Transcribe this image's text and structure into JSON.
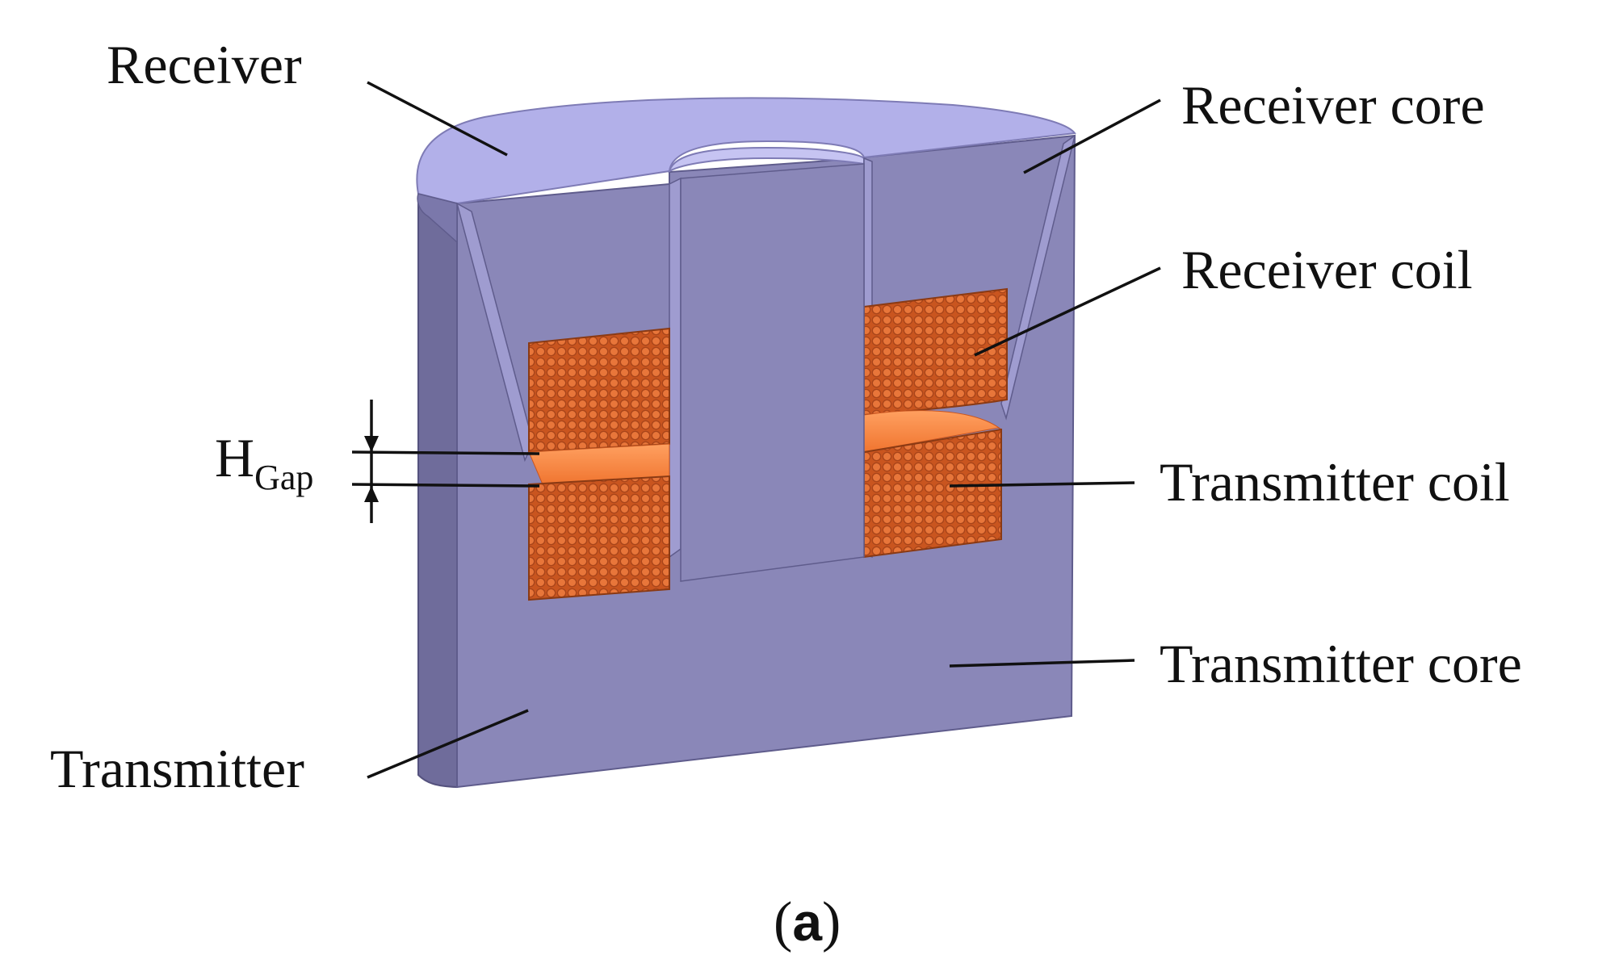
{
  "labels": {
    "receiver": "Receiver",
    "receiver_core": "Receiver core",
    "receiver_coil": "Receiver coil",
    "transmitter_coil": "Transmitter coil",
    "transmitter_core": "Transmitter core",
    "transmitter": "Transmitter"
  },
  "gap_label": {
    "main": "H",
    "subscript": "Gap"
  },
  "caption": {
    "open": "(",
    "letter": "a",
    "close": ")"
  },
  "colors": {
    "core_top": "#b2b0e9",
    "core_front": "#8a87b8",
    "core_side": "#6f6c9b",
    "coil": "#d9652a",
    "coil_gap": "#ff8a3d"
  }
}
